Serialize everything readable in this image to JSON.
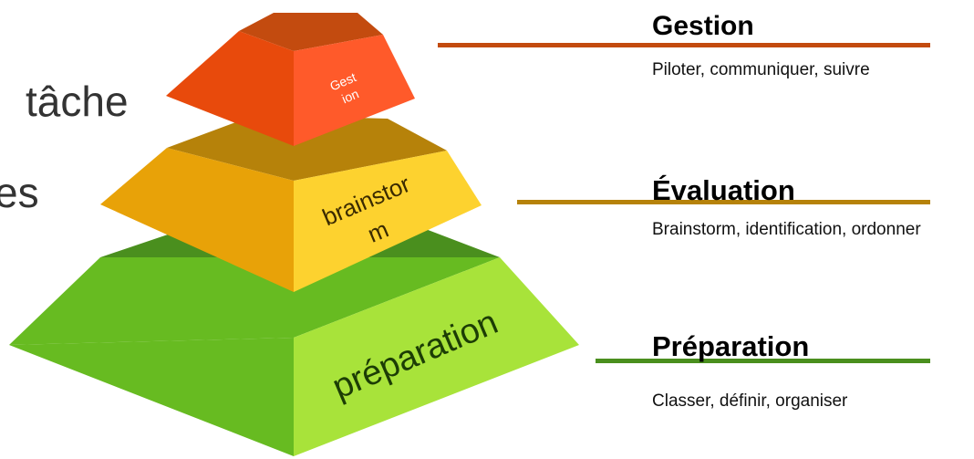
{
  "background_text": [
    "tâche",
    "es"
  ],
  "pyramid": {
    "levels": [
      {
        "label_lines": [
          "Gest",
          "ion"
        ],
        "top_color": "#c34b0f",
        "left_color": "#e84a0c",
        "right_color": "#ff5a2a"
      },
      {
        "label_lines": [
          "brainstor",
          "m"
        ],
        "top_color": "#b6820a",
        "left_color": "#e8a208",
        "right_color": "#fdd22f"
      },
      {
        "label_lines": [
          "préparation"
        ],
        "top_color": "#4a8f1e",
        "left_color": "#67bb21",
        "right_color": "#a8e33a"
      }
    ]
  },
  "legend": [
    {
      "title": "Gestion",
      "description": "Piloter, communiquer, suivre",
      "color": "#c34b0f"
    },
    {
      "title": "Évaluation",
      "description": "Brainstorm, identification, ordonner",
      "color": "#b6820a"
    },
    {
      "title": "Préparation",
      "description": "Classer, définir, organiser",
      "color": "#4a8f1e"
    }
  ]
}
